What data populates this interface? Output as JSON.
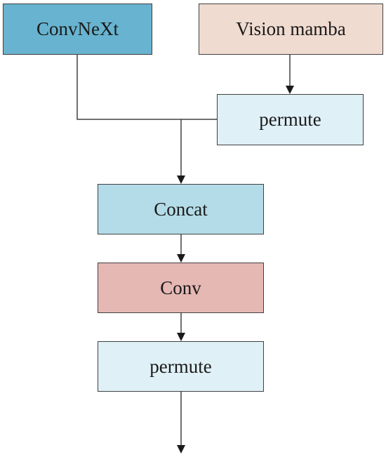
{
  "nodes": {
    "convnext": {
      "label": "ConvNeXt",
      "fill": "#68b3d0"
    },
    "vmamba": {
      "label": "Vision mamba",
      "fill": "#f0dbd0"
    },
    "permute1": {
      "label": "permute",
      "fill": "#dff0f6"
    },
    "concat": {
      "label": "Concat",
      "fill": "#b4dce8"
    },
    "conv": {
      "label": "Conv",
      "fill": "#e6b8b4"
    },
    "permute2": {
      "label": "permute",
      "fill": "#dff0f6"
    }
  },
  "edges": [
    {
      "from": "vmamba",
      "to": "permute1"
    },
    {
      "from": "convnext",
      "to": "concat"
    },
    {
      "from": "permute1",
      "to": "concat"
    },
    {
      "from": "concat",
      "to": "conv"
    },
    {
      "from": "conv",
      "to": "permute2"
    },
    {
      "from": "permute2",
      "to": ""
    }
  ],
  "colors": {
    "border": "#404040",
    "arrow": "#1a1a1a"
  }
}
